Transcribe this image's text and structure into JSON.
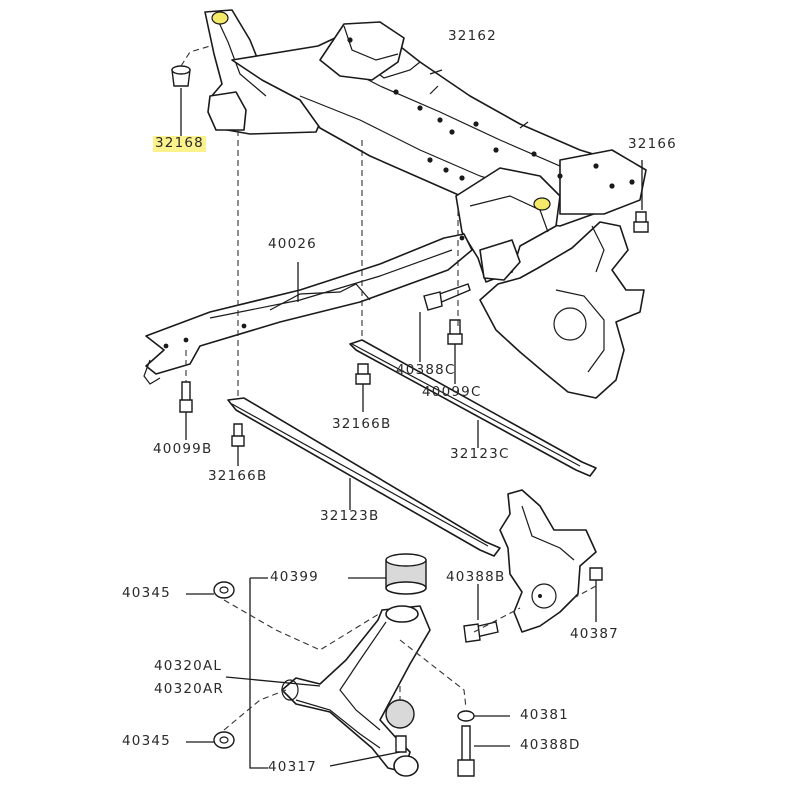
{
  "diagram": {
    "colors": {
      "line": "#1a1a1a",
      "highlight": "#fbf28e",
      "text": "#2a2a2a"
    },
    "parts": {
      "p32168": "32168",
      "p32162": "32162",
      "p32166": "32166",
      "p40026": "40026",
      "p40388C": "40388C",
      "p40099C": "40099C",
      "p40099B": "40099B",
      "p32166B_a": "32166B",
      "p32166B_b": "32166B",
      "p32123C": "32123C",
      "p32123B": "32123B",
      "p40345_top": "40345",
      "p40399": "40399",
      "p40388B": "40388B",
      "p40387": "40387",
      "p40320AL": "40320AL",
      "p40320AR": "40320AR",
      "p40381": "40381",
      "p40345_bottom": "40345",
      "p40388D": "40388D",
      "p40317": "40317"
    }
  }
}
